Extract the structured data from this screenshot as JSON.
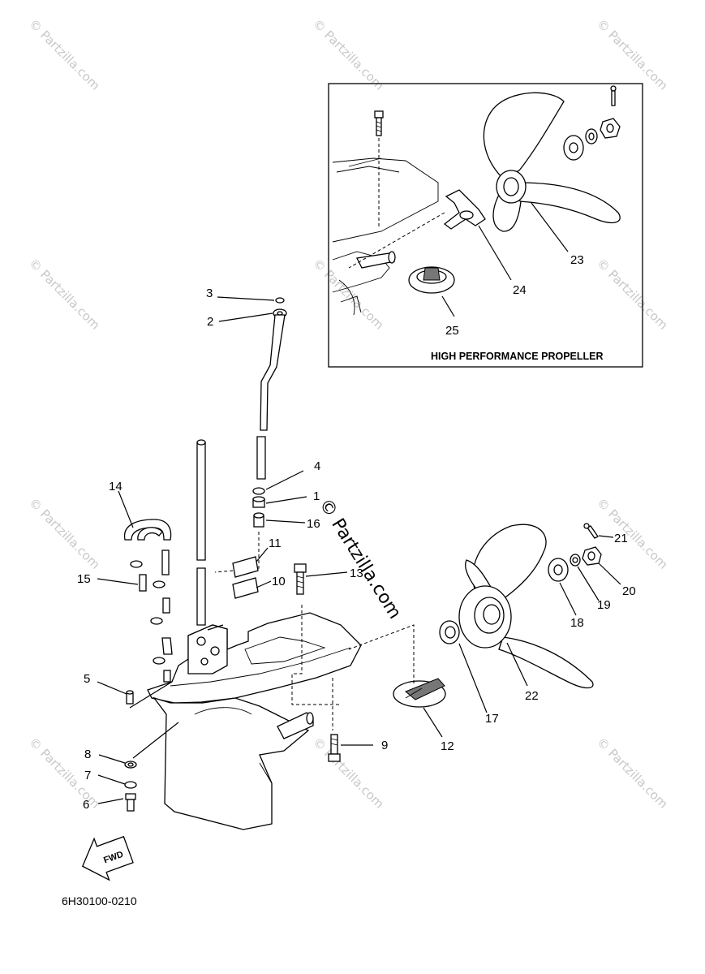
{
  "diagram": {
    "inset_caption": "HIGH PERFORMANCE PROPELLER",
    "diagram_code": "6H30100-0210",
    "fwd_label": "FWD",
    "watermark_small": "© Partzilla.com",
    "watermark_center": "© Partzilla.com",
    "callouts": {
      "c1": "1",
      "c2": "2",
      "c3": "3",
      "c4": "4",
      "c5": "5",
      "c6": "6",
      "c7": "7",
      "c8": "8",
      "c9": "9",
      "c10": "10",
      "c11": "11",
      "c12": "12",
      "c13": "13",
      "c14": "14",
      "c15": "15",
      "c16": "16",
      "c17": "17",
      "c18": "18",
      "c19": "19",
      "c20": "20",
      "c21": "21",
      "c22": "22",
      "c23": "23",
      "c24": "24",
      "c25": "25"
    }
  }
}
